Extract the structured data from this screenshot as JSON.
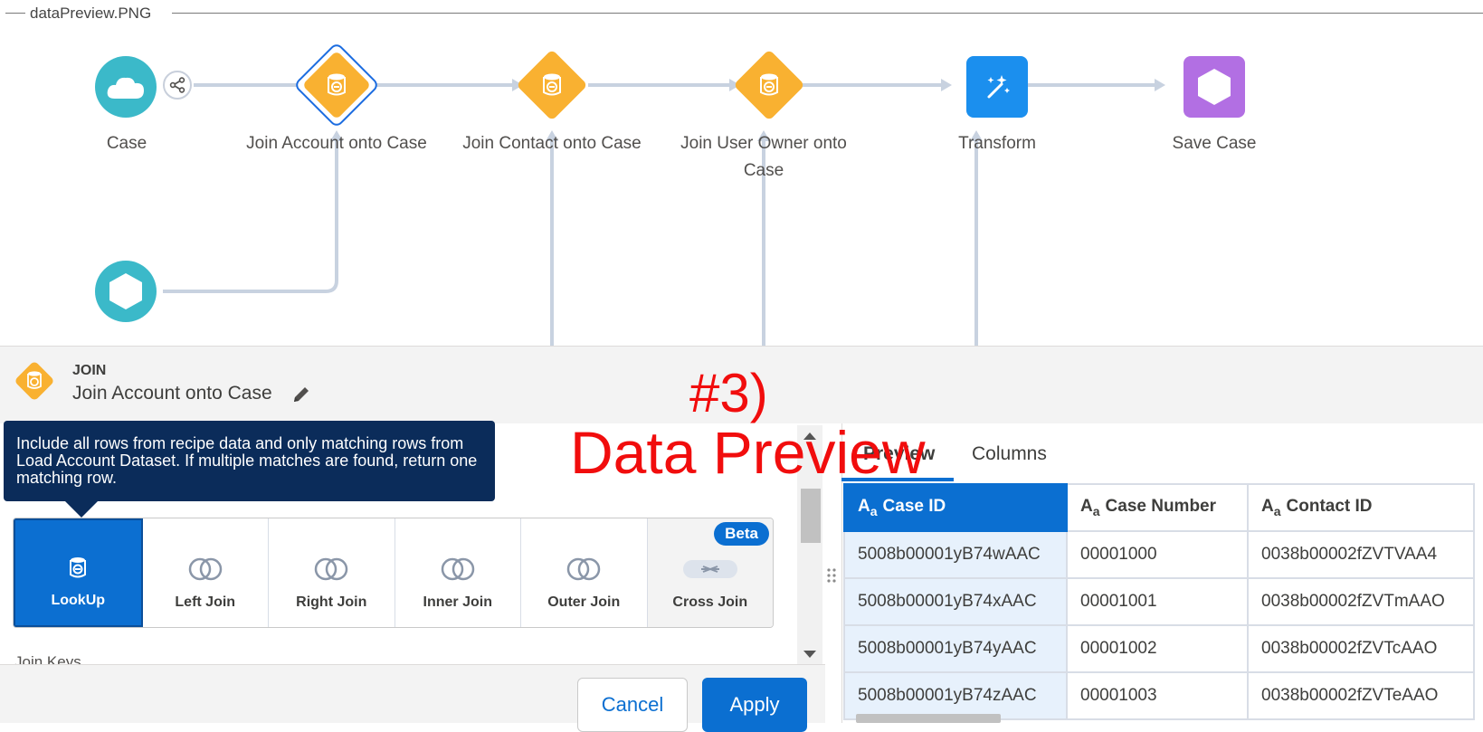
{
  "frame": {
    "filename": "dataPreview.PNG"
  },
  "canvas": {
    "nodes": [
      {
        "label": "Case",
        "icon": "cloud-icon",
        "color": "#3bb9c9"
      },
      {
        "label": "Join Account onto Case",
        "icon": "join-icon",
        "color": "#f9b131"
      },
      {
        "label": "Join Contact onto Case",
        "icon": "join-icon",
        "color": "#f9b131"
      },
      {
        "label": "Join User Owner onto Case",
        "icon": "join-icon",
        "color": "#f9b131"
      },
      {
        "label": "Transform",
        "icon": "magic-wand-icon",
        "color": "#1b8fee"
      },
      {
        "label": "Save Case",
        "icon": "hexagon-icon",
        "color": "#b26fe3"
      }
    ],
    "secondary_node": {
      "icon": "hexagon-icon",
      "color": "#3bb9c9"
    }
  },
  "panel": {
    "kind": "JOIN",
    "name": "Join Account onto Case",
    "tooltip": "Include all rows from recipe data and only matching rows from Load Account Dataset. If multiple matches are found, return one matching row.",
    "join_types": [
      {
        "label": "LookUp",
        "icon": "lookup-icon",
        "selected": true
      },
      {
        "label": "Left Join",
        "icon": "left-join-icon",
        "selected": false
      },
      {
        "label": "Right Join",
        "icon": "right-join-icon",
        "selected": false
      },
      {
        "label": "Inner Join",
        "icon": "inner-join-icon",
        "selected": false
      },
      {
        "label": "Outer Join",
        "icon": "outer-join-icon",
        "selected": false
      },
      {
        "label": "Cross Join",
        "icon": "cross-join-icon",
        "selected": false,
        "badge": "Beta"
      }
    ],
    "join_keys_label": "Join Keys",
    "cancel_label": "Cancel",
    "apply_label": "Apply"
  },
  "preview": {
    "tabs": [
      "Preview",
      "Columns"
    ],
    "columns": [
      "Case ID",
      "Case Number",
      "Contact ID"
    ],
    "rows": [
      [
        "5008b00001yB74wAAC",
        "00001000",
        "0038b00002fZVTVAA4"
      ],
      [
        "5008b00001yB74xAAC",
        "00001001",
        "0038b00002fZVTmAAO"
      ],
      [
        "5008b00001yB74yAAC",
        "00001002",
        "0038b00002fZVTcAAO"
      ],
      [
        "5008b00001yB74zAAC",
        "00001003",
        "0038b00002fZVTeAAO"
      ]
    ]
  },
  "annotation": {
    "line1": "#3)",
    "line2": "Data Preview",
    "color": "#f10d0d"
  }
}
